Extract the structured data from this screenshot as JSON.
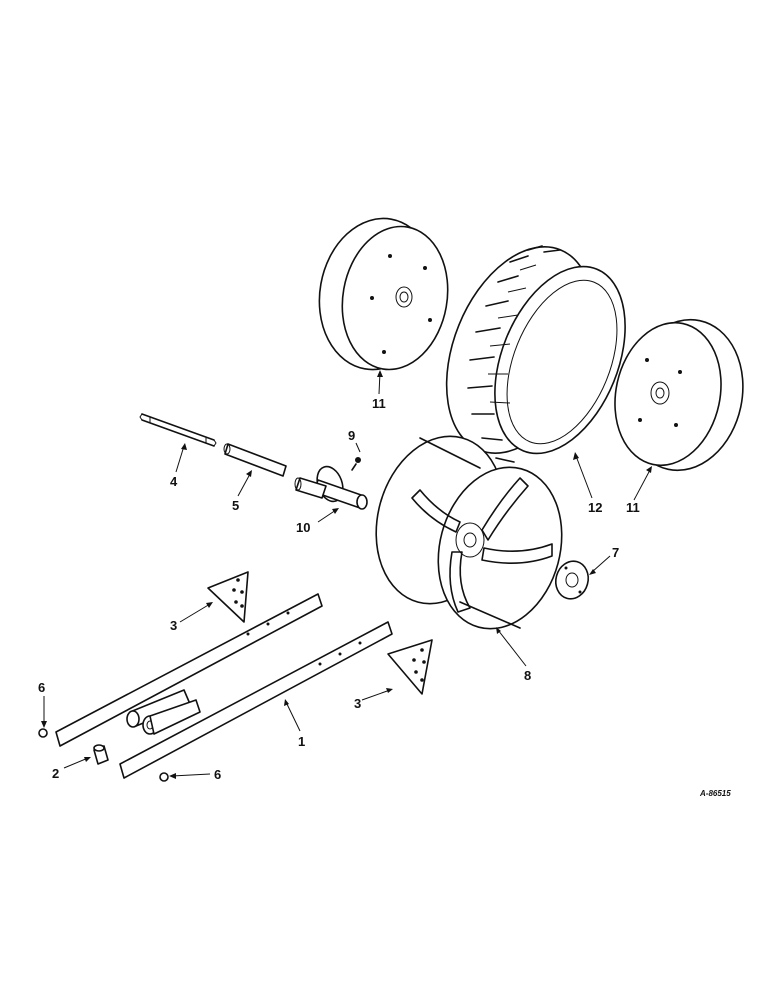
{
  "reference_number": "A-86515",
  "callouts": {
    "frame": "1",
    "spacer": "2",
    "brace_upper": "3",
    "brace_lower": "3",
    "rod": "4",
    "tube": "5",
    "nut_left": "6",
    "nut_bottom": "6",
    "washer": "7",
    "wheel_center": "8",
    "fitting": "9",
    "hub": "10",
    "rim_left": "11",
    "rim_right": "11",
    "tire": "12"
  }
}
